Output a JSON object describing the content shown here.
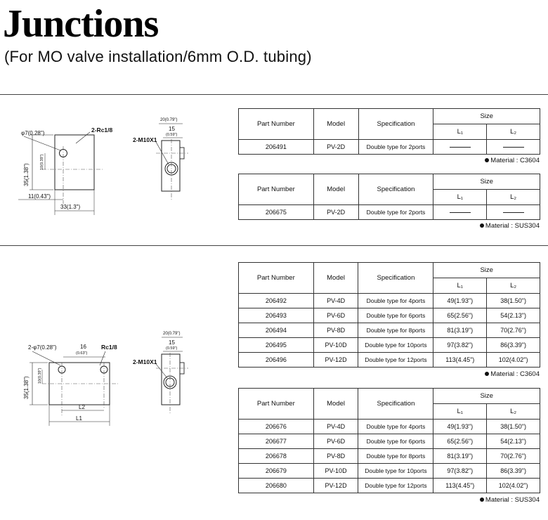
{
  "page": {
    "title": "Junctions",
    "subtitle": "(For MO valve installation/6mm O.D. tubing)"
  },
  "headers": {
    "part_number": "Part Number",
    "model": "Model",
    "specification": "Specification",
    "size": "Size",
    "l1": "L₁",
    "l2": "L₂"
  },
  "tables": [
    {
      "rows": [
        {
          "part": "206491",
          "model": "PV-2D",
          "spec": "Double type for 2ports",
          "l1": "",
          "l2": ""
        }
      ],
      "material": "Material : C3604"
    },
    {
      "rows": [
        {
          "part": "206675",
          "model": "PV-2D",
          "spec": "Double type for 2ports",
          "l1": "",
          "l2": ""
        }
      ],
      "material": "Material : SUS304"
    },
    {
      "rows": [
        {
          "part": "206492",
          "model": "PV-4D",
          "spec": "Double type for 4ports",
          "l1": "49(1.93\")",
          "l2": "38(1.50\")"
        },
        {
          "part": "206493",
          "model": "PV-6D",
          "spec": "Double type for 6ports",
          "l1": "65(2.56\")",
          "l2": "54(2.13\")"
        },
        {
          "part": "206494",
          "model": "PV-8D",
          "spec": "Double type for 8ports",
          "l1": "81(3.19\")",
          "l2": "70(2.76\")"
        },
        {
          "part": "206495",
          "model": "PV-10D",
          "spec": "Double type for 10ports",
          "l1": "97(3.82\")",
          "l2": "86(3.39\")"
        },
        {
          "part": "206496",
          "model": "PV-12D",
          "spec": "Double type for 12ports",
          "l1": "113(4.45\")",
          "l2": "102(4.02\")"
        }
      ],
      "material": "Material : C3604"
    },
    {
      "rows": [
        {
          "part": "206676",
          "model": "PV-4D",
          "spec": "Double type for 4ports",
          "l1": "49(1.93\")",
          "l2": "38(1.50\")"
        },
        {
          "part": "206677",
          "model": "PV-6D",
          "spec": "Double type for 6ports",
          "l1": "65(2.56\")",
          "l2": "54(2.13\")"
        },
        {
          "part": "206678",
          "model": "PV-8D",
          "spec": "Double type for 8ports",
          "l1": "81(3.19\")",
          "l2": "70(2.76\")"
        },
        {
          "part": "206679",
          "model": "PV-10D",
          "spec": "Double type for 10ports",
          "l1": "97(3.82\")",
          "l2": "86(3.39\")"
        },
        {
          "part": "206680",
          "model": "PV-12D",
          "spec": "Double type for 12ports",
          "l1": "113(4.45\")",
          "l2": "102(4.02\")"
        }
      ],
      "material": "Material : SUS304"
    }
  ],
  "drawings": {
    "top_front": {
      "hole": "φ7(0.28\")",
      "thread": "2-Rc1/8",
      "height": "35(1.38\")",
      "small_dim": "10(0.39\")",
      "offset": "11(0.43\")",
      "width": "33(1.3\")"
    },
    "top_side": {
      "top": "20(0.79\")",
      "mid": "15",
      "mid_sub": "(0.59\")",
      "thread": "2-M10X1"
    },
    "bottom_front": {
      "hole": "2-φ7(0.28\")",
      "pitch": "16",
      "pitch_sub": "(0.63\")",
      "thread": "Rc1/8",
      "height": "35(1.38\")",
      "small_dim": "10(0.39\")",
      "l2": "L2",
      "l1": "L1"
    },
    "bottom_side": {
      "top": "20(0.79\")",
      "mid": "15",
      "mid_sub": "(0.59\")",
      "thread": "2-M10X1"
    }
  }
}
